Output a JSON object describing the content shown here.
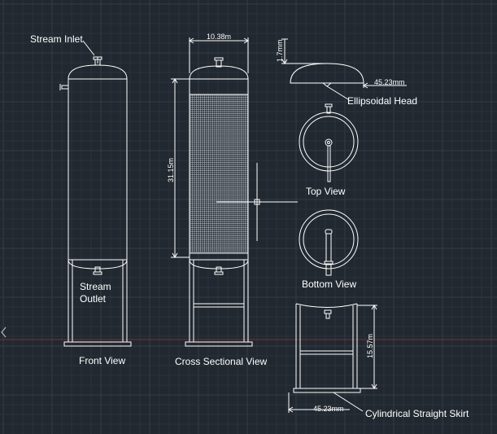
{
  "colors": {
    "background": "#212830",
    "grid_minor": "#2a323b",
    "grid_major": "#333d47",
    "line": "#ffffff",
    "axis_x": "#8a2a2a"
  },
  "labels": {
    "stream_inlet": "Stream Inlet",
    "stream_outlet_1": "Stream",
    "stream_outlet_2": "Outlet",
    "front_view": "Front View",
    "cross_sectional_view": "Cross Sectional View",
    "ellipsoidal_head": "Ellipsoidal Head",
    "top_view": "Top View",
    "bottom_view": "Bottom View",
    "cylindrical_straight_skirt": "Cylindrical Straight Skirt"
  },
  "dimensions": {
    "diameter": "10.38m",
    "height": "31.15m",
    "head_height": "1.7mm",
    "head_width": "45.23mm",
    "skirt_height": "15.57m",
    "skirt_width": "45.23mm"
  }
}
